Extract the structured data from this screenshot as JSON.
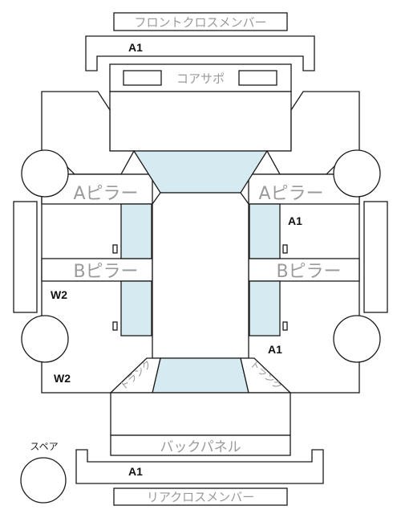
{
  "parts": {
    "front_cross_member": "フロントクロスメンバー",
    "core_support": "コアサポ",
    "a_pillar": "Aピラー",
    "b_pillar": "Bピラー",
    "back_panel": "バックパネル",
    "rear_cross_member": "リアクロスメンバー",
    "trunk": "トランク",
    "spare": "スペア"
  },
  "damage_marks": {
    "front_cross_member": "A1",
    "right_a_pillar_area": "A1",
    "right_rear_side": "A1",
    "rear_cross_member": "A1",
    "left_b_pillar_lower": "W2",
    "left_rear_corner": "W2"
  },
  "colors": {
    "line": "#1a1a1a",
    "label_gray": "#9a9a9a",
    "glass_blue": "#d6ebf1"
  }
}
